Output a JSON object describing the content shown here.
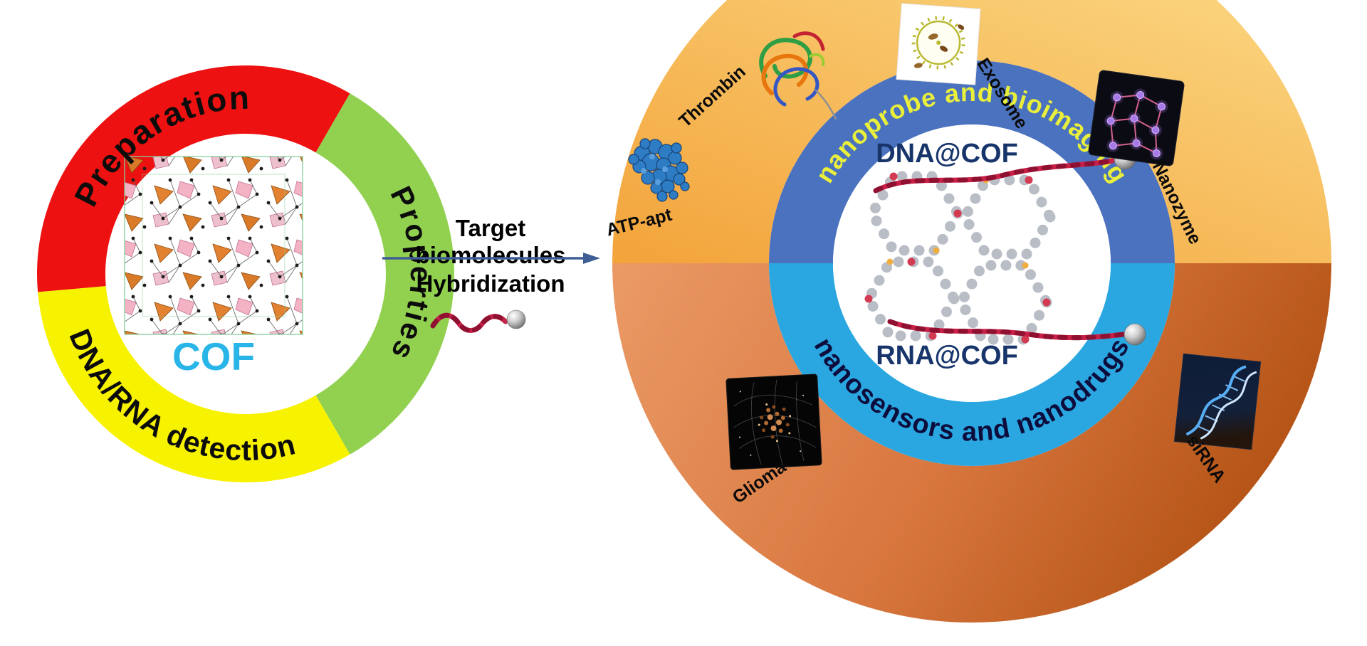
{
  "left_wheel": {
    "segments": [
      {
        "label": "Preparation",
        "color": "#ee1111"
      },
      {
        "label": "Properties",
        "color": "#92d050"
      },
      {
        "label": "DNA/RNA detection",
        "color": "#f7f200"
      }
    ],
    "center": {
      "label": "COF",
      "label_color": "#2ab5e8",
      "structure_icon": "cof-crystal-lattice"
    }
  },
  "transition": {
    "top_text": "Target biomolecules",
    "bottom_text": "Hybridization",
    "arrow_color": "#3e5e95",
    "strand_icon": "dna-strand-with-nanoparticle"
  },
  "right_wheel": {
    "inner_top": {
      "label": "nanoprobe and bioimaging",
      "band_color": "#4a72bf",
      "text_color": "#e9ef3a"
    },
    "inner_bottom": {
      "label": "nanosensors and nanodrugs",
      "band_color": "#2aa7e0",
      "text_color": "#0d0d3d"
    },
    "outer_top_colors": [
      "#f3a33a",
      "#fbd883"
    ],
    "outer_bottom_colors": [
      "#eb9a66",
      "#b55416"
    ],
    "center": {
      "top_label": "DNA@COF",
      "bottom_label": "RNA@COF",
      "label_color": "#17356b",
      "structure_icon": "dna-rna-cof-framework"
    },
    "items": [
      {
        "label": "Thrombin",
        "icon": "thrombin-protein-icon"
      },
      {
        "label": "Exosome",
        "icon": "exosome-vesicle-icon"
      },
      {
        "label": "Nanozyme",
        "icon": "nanozyme-crystal-icon"
      },
      {
        "label": "ATP-apt",
        "icon": "atp-aptamer-icon"
      },
      {
        "label": "Glioma",
        "icon": "glioma-cell-icon"
      },
      {
        "label": "siRNA",
        "icon": "sirna-helix-icon"
      }
    ]
  }
}
